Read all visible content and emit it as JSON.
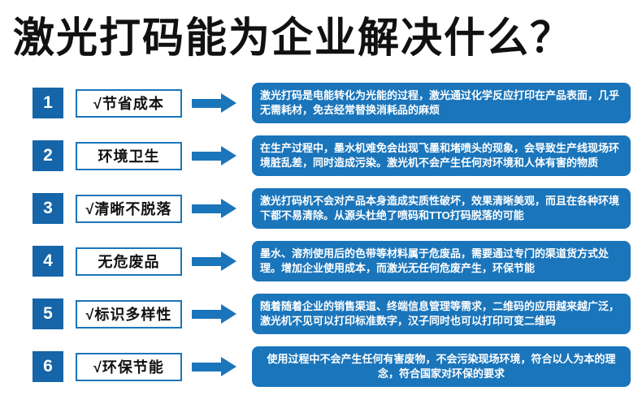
{
  "title": "激光打码能为企业解决什么？",
  "colors": {
    "primary_blue": "#1a75bb",
    "number_blue": "#1565a8",
    "title_black": "#111111"
  },
  "rows": [
    {
      "number": "1",
      "label": "√节省成本",
      "description": "激光打码是电能转化为光能的过程，激光通过化学反应打印在产品表面，几乎无需耗材，免去经常替换消耗品的麻烦"
    },
    {
      "number": "2",
      "label": "环境卫生",
      "description": "在生产过程中，墨水机难免会出现飞墨和堵喷头的现象，会导致生产线现场环境脏乱差，同时造成污染。激光机不会产生任何对环境和人体有害的物质"
    },
    {
      "number": "3",
      "label": "√清晰不脱落",
      "description": "激光打码机不会对产品本身造成实质性破坏，效果清晰美观，而且在各种环境下都不易清除。从源头杜绝了喷码和TTO打码脱落的可能"
    },
    {
      "number": "4",
      "label": "无危废品",
      "description": "墨水、溶剂使用后的色带等材料属于危废品，需要通过专门的渠道货方式处理。增加企业使用成本，而激光无任何危废产生，环保节能"
    },
    {
      "number": "5",
      "label": "√标识多样性",
      "description": "随着随着企业的销售渠道、终端信息管理等需求，二维码的应用越来越广泛，激光机不见可以打印标准数字，汉子同时也可以打印可变二维码"
    },
    {
      "number": "6",
      "label": "√环保节能",
      "description": "使用过程中不会产生任何有害废物，不会污染现场环境，符合以人为本的理念，符合国家对环保的要求"
    }
  ]
}
